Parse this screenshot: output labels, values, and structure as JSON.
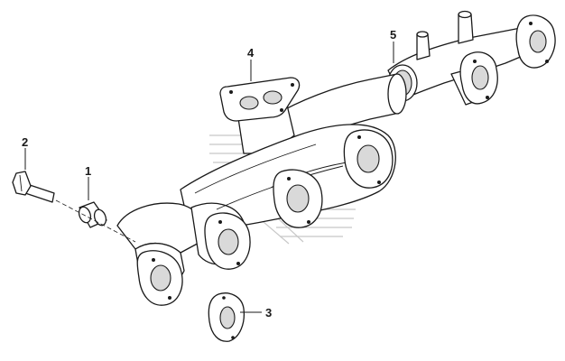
{
  "callouts": [
    {
      "label": "1"
    },
    {
      "label": "2"
    },
    {
      "label": "3"
    },
    {
      "label": "4"
    },
    {
      "label": "5"
    }
  ],
  "colors": {
    "line": "#1a1a1a",
    "shade": "#d9d9d9",
    "watermark": "#c8c8c8",
    "background": "#ffffff"
  }
}
